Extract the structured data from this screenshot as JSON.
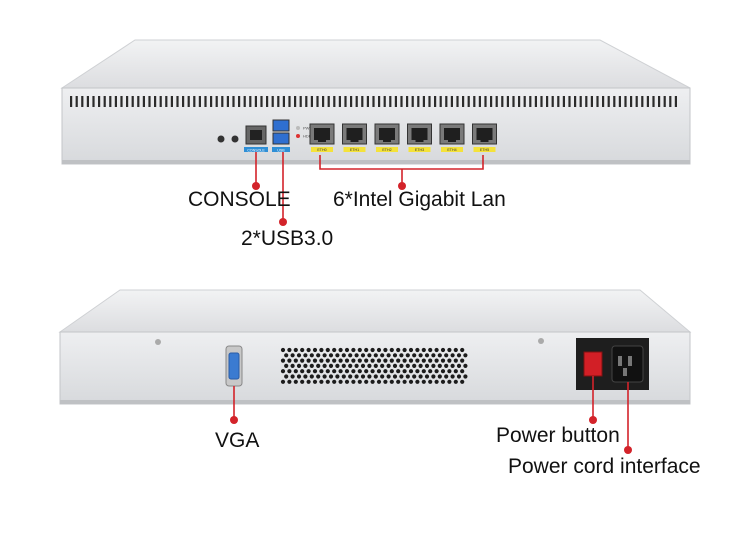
{
  "front_panel": {
    "callouts": {
      "console": "CONSOLE",
      "usb": "2*USB3.0",
      "lan": "6*Intel  Gigabit Lan"
    },
    "port_tags": {
      "console": "CONSOLE",
      "usb": "USB",
      "eth": [
        "ETH0",
        "ETH1",
        "ETH2",
        "ETH3",
        "ETH4",
        "ETH5"
      ]
    },
    "led_labels": [
      "PWR",
      "HDD"
    ]
  },
  "rear_panel": {
    "callouts": {
      "vga": "VGA",
      "power_button": "Power button",
      "power_cord": "Power cord interface"
    }
  },
  "colors": {
    "callout_line": "#d3232a",
    "chassis": "#e9eaec",
    "chassis_shadow": "#c9cbce",
    "eth_tag": "#f4e23a",
    "console_tag": "#2f8fd6",
    "vga_port": "#3b7bd1",
    "power_switch": "#d21f26"
  }
}
